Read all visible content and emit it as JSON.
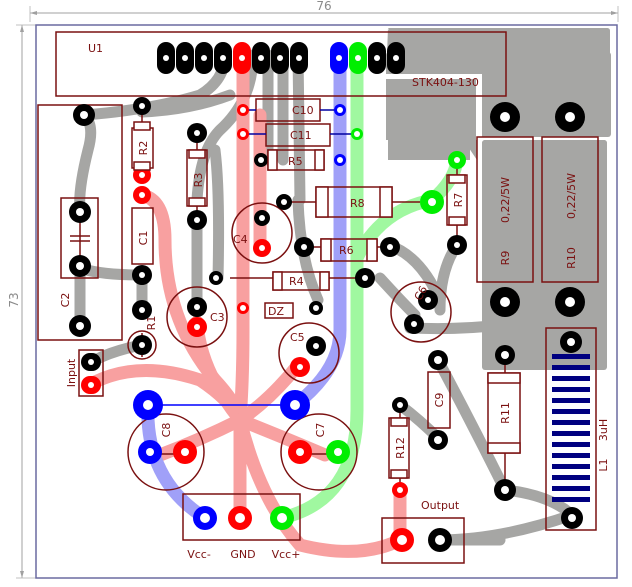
{
  "dimensions": {
    "width_label": "76",
    "height_label": "73"
  },
  "ic": {
    "ref": "U1",
    "part": "STK404-130"
  },
  "components": {
    "C1": "C1",
    "C2": "C2",
    "C3": "C3",
    "C4": "C4",
    "C5": "C5",
    "C6": "C6",
    "C7": "C7",
    "C8": "C8",
    "C9": "C9",
    "C10": "C10",
    "C11": "C11",
    "R1": "R1",
    "R2": "R2",
    "R3": "R3",
    "R4": "R4",
    "R5": "R5",
    "R6": "R6",
    "R7": "R7",
    "R8": "R8",
    "R9": "R9",
    "R10": "R10",
    "R11": "R11",
    "R12": "R12",
    "DZ": "DZ",
    "L1": "L1"
  },
  "values": {
    "R9": "0,22/5W",
    "R10": "0,22/5W",
    "L1": "3uH"
  },
  "connectors": {
    "input": "Input",
    "output": "Output",
    "power": [
      "Vcc-",
      "GND",
      "Vcc+"
    ]
  },
  "colors": {
    "outline": "#7a1010",
    "board_edge": "#6a6aa0",
    "trace_gray": "#a6a6a4",
    "gnd_red": "#ff0000",
    "gnd_trace": "#f8a0a0",
    "vneg_blue": "#0000ff",
    "vneg_trace": "#a0a0f8",
    "vpos_green": "#00ee00",
    "vpos_trace": "#a0f8a0",
    "coil": "#000080"
  }
}
